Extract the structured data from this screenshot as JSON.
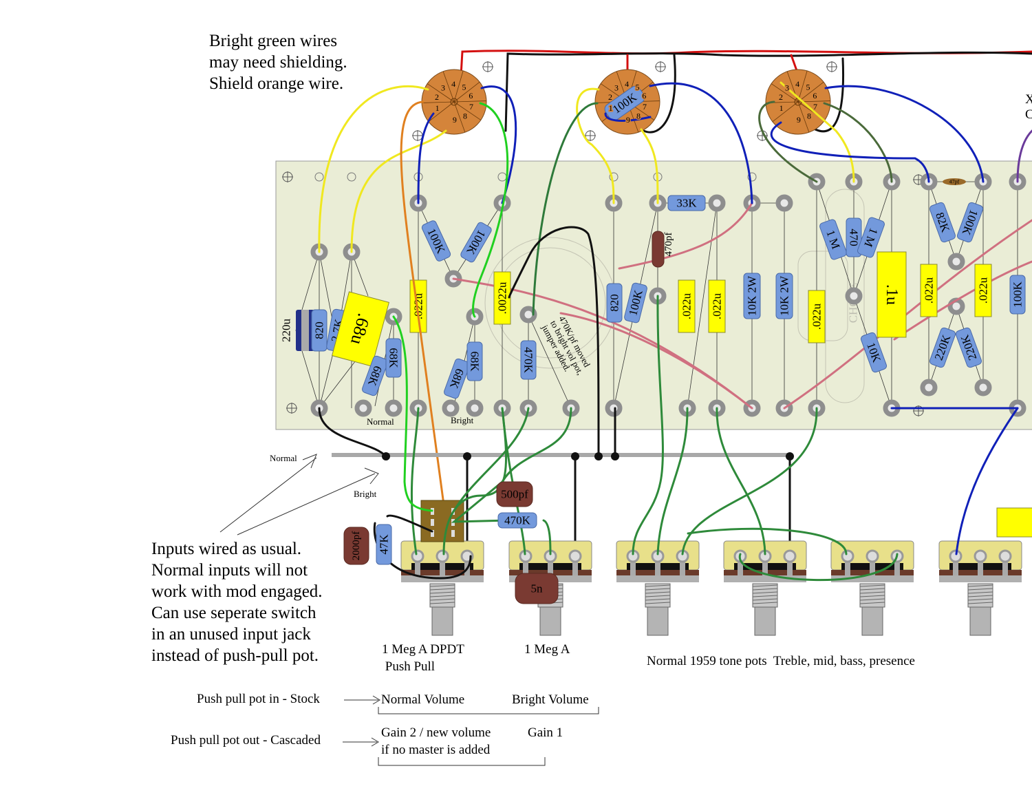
{
  "notes": {
    "shielding": [
      "Bright green wires",
      "may need shielding.",
      "Shield orange wire."
    ],
    "inputs": [
      "Inputs wired as usual.",
      "Normal inputs will not",
      "work with mod engaged.",
      "Can use seperate switch",
      "in an unused input jack",
      "instead of push-pull pot."
    ],
    "edge_cut": [
      "X",
      "C"
    ],
    "mod_note": [
      "470K/pf moved",
      "to bright vol pot,",
      "jumper added."
    ]
  },
  "inputs": {
    "normal": "Normal",
    "bright": "Bright",
    "board_normal": "Normal",
    "board_bright": "Bright"
  },
  "tube_pins": [
    "1",
    "2",
    "3",
    "4",
    "5",
    "6",
    "7",
    "8",
    "9"
  ],
  "components": {
    "r_100k_a": "100K",
    "r_100k_b": "100K",
    "r_820_a": "820",
    "r_2k7": "2.7K",
    "c_068u": ".68u",
    "c_220u": "220u",
    "r_68k_a": "68K",
    "r_68k_b": "68K",
    "r_68k_c": "68K",
    "r_68k_d": "68K",
    "c_022u_a": ".022u",
    "c_0022u": ".0022u",
    "r_470k": "470K",
    "r_820_b": "820",
    "r_100k_c": "100K",
    "r_33k": "33K",
    "c_470pf": "470pf",
    "c_022u_b": ".022u",
    "c_022u_c": ".022u",
    "r_10k2w_a": "10K 2W",
    "r_10k2w_b": "10K 2W",
    "r_1m_a": "1 M",
    "r_470": "470",
    "r_1m_b": "1 M",
    "c_022u_d": ".022u",
    "c_1u": ".1u",
    "r_10k": "10K",
    "r_82k": "82K",
    "r_100k_d": "100K",
    "c_022u_e": ".022u",
    "c_022u_f": ".022u",
    "r_220k_a": "220K",
    "r_220k_b": "220K",
    "r_100k_e": "100K",
    "c_47pf": "47pf",
    "r_100k_socket": "100K",
    "choke": "CHOKE",
    "c_500pf": "500pf",
    "r_470k_pot": "470K",
    "c_5n": "5n",
    "c_2000pf": "2000pf",
    "r_47k": "47K"
  },
  "pots": {
    "pot1": [
      "1 Meg A DPDT",
      " Push Pull"
    ],
    "pot2": "1 Meg A",
    "tone": "Normal 1959 tone pots  Treble, mid, bass, presence"
  },
  "legend": {
    "stock_label": "Push pull pot in - Stock",
    "stock_normal": "Normal Volume",
    "stock_bright": "Bright Volume",
    "cascade_label": "Push pull pot out - Cascaded",
    "cascade_gain2": [
      "Gain 2 / new volume",
      "if no master is added"
    ],
    "cascade_gain1": "Gain 1"
  },
  "colors": {
    "board": "#eaedd6",
    "tube_socket": "#d4843a",
    "resistor": "#7399dc",
    "film_cap": "#ffff00",
    "pot_body": "#e8e08a",
    "ground_bus": "#a8a8a8"
  }
}
